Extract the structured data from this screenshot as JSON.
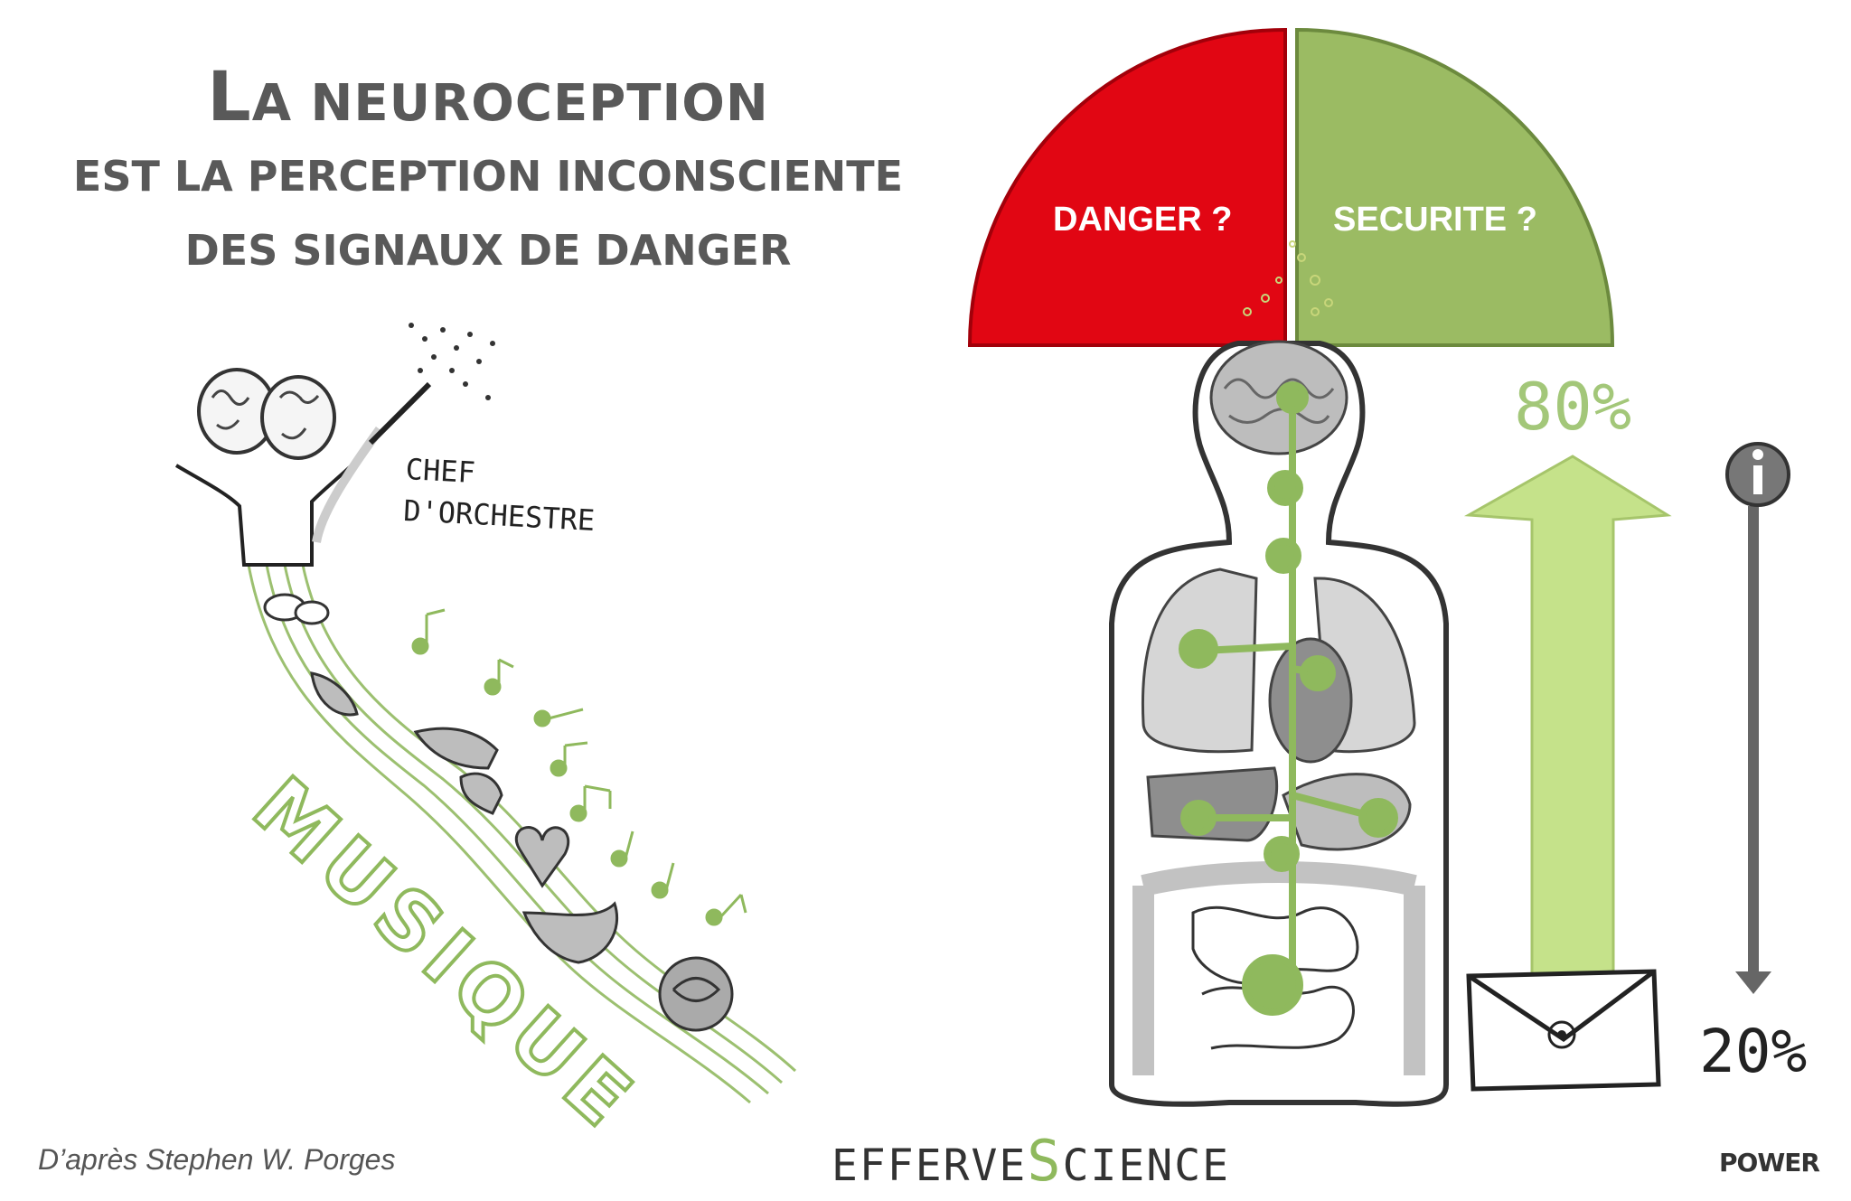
{
  "title": {
    "line1_first": "L",
    "line1_rest": "A NEUROCEPTION",
    "line2": "EST LA PERCEPTION INCONSCIENTE",
    "line3": "DES SIGNAUX DE DANGER"
  },
  "left_panel": {
    "conductor_label_1": "CHEF",
    "conductor_label_2": "D'ORCHESTRE",
    "music_label": "MUSIQUE"
  },
  "dial": {
    "left_label": "DANGER ?",
    "right_label": "SECURITE  ?",
    "colors": {
      "danger": "#e10613",
      "safety": "#9bbb63"
    }
  },
  "arrows": {
    "up_percent": "80%",
    "down_percent": "20%",
    "up_color": "#c5e28a"
  },
  "footer": {
    "credit": "D’après Stephen W. Porges",
    "logo_prefix": "EFFERVE",
    "logo_s": "S",
    "logo_suffix": "CIENCE",
    "brand": "POWER"
  },
  "icons": [
    "brain-icon",
    "baton-icon",
    "body-icon",
    "envelope-icon",
    "info-icon",
    "music-note-icon",
    "heart-icon",
    "lungs-icon",
    "stomach-icon"
  ]
}
